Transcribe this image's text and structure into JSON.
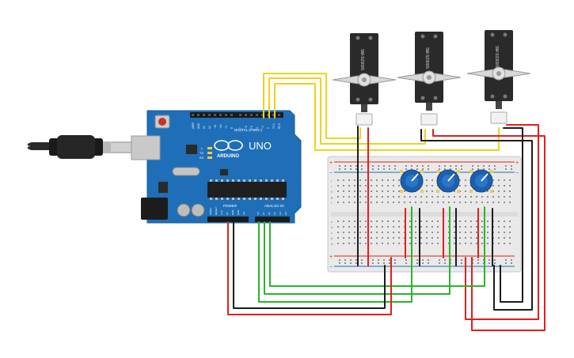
{
  "arduino": {
    "brand": "ARDUINO",
    "model": "UNO",
    "digital_header_label": "DIGITAL (PWM~)",
    "power_label": "POWER",
    "analog_label": "ANALOG IN",
    "led_tx": "TX",
    "led_rx": "RX",
    "led_l": "L",
    "pin_labels_digital": [
      "AREF",
      "GND",
      "13",
      "12",
      "~11",
      "~10",
      "~9",
      "8",
      "7",
      "~6",
      "~5",
      "4",
      "~3",
      "2",
      "TX 1",
      "RX 0"
    ],
    "pin_labels_power": [
      "IOREF",
      "RESET",
      "3.3V",
      "5V",
      "GND",
      "GND",
      "Vin"
    ],
    "pin_labels_analog": [
      "A0",
      "A1",
      "A2",
      "A3",
      "A4",
      "A5"
    ]
  },
  "servos": [
    {
      "label": "SM-S2309S"
    },
    {
      "label": "SM-S2309S"
    },
    {
      "label": "SM-S2309S"
    }
  ],
  "breadboard": {
    "row_letters_top": [
      "j",
      "i",
      "h",
      "g",
      "f"
    ],
    "row_letters_bottom": [
      "e",
      "d",
      "c",
      "b",
      "a"
    ],
    "rail_plus": "+",
    "rail_minus": "−"
  },
  "colors": {
    "wire_red": "#e0201b",
    "wire_black": "#1c1c1c",
    "wire_green": "#2bb42b",
    "wire_yellow": "#f0d21c",
    "board_blue": "#1f6fb8",
    "pot_blue": "#1c60ad"
  }
}
